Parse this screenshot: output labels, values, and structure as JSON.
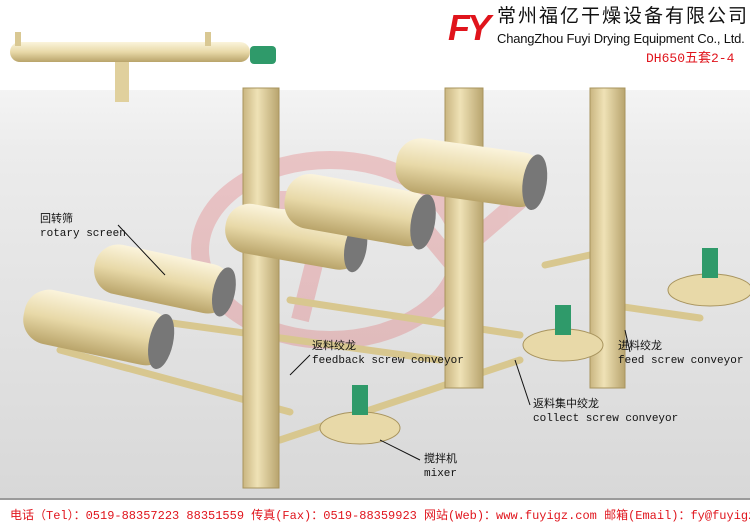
{
  "header": {
    "logo": "FY",
    "company_cn": "常州福亿干燥设备有限公司",
    "company_en": "ChangZhou Fuyi Drying Equipment Co., Ltd.",
    "model": "DH650五套2-4"
  },
  "labels": {
    "rotary_screen": {
      "cn": "回转筛",
      "en": "rotary screen"
    },
    "feedback_conveyor": {
      "cn": "返料绞龙",
      "en": "feedback screw conveyor"
    },
    "collect_conveyor": {
      "cn": "返料集中绞龙",
      "en": "collect screw conveyor"
    },
    "feed_conveyor": {
      "cn": "进料绞龙",
      "en": "feed screw conveyor"
    },
    "mixer": {
      "cn": "搅拌机",
      "en": "mixer"
    }
  },
  "footer": {
    "contact": "电话（Tel）：0519-88357223 88351559 传真(Fax)：0519-88359923 网站(Web)：www.fuyigz.com  邮箱(Email)：fy@fuyigz.com"
  },
  "colors": {
    "brand_red": "#e0141c",
    "body": "#e8d9a8",
    "motor": "#2f9a6a"
  }
}
